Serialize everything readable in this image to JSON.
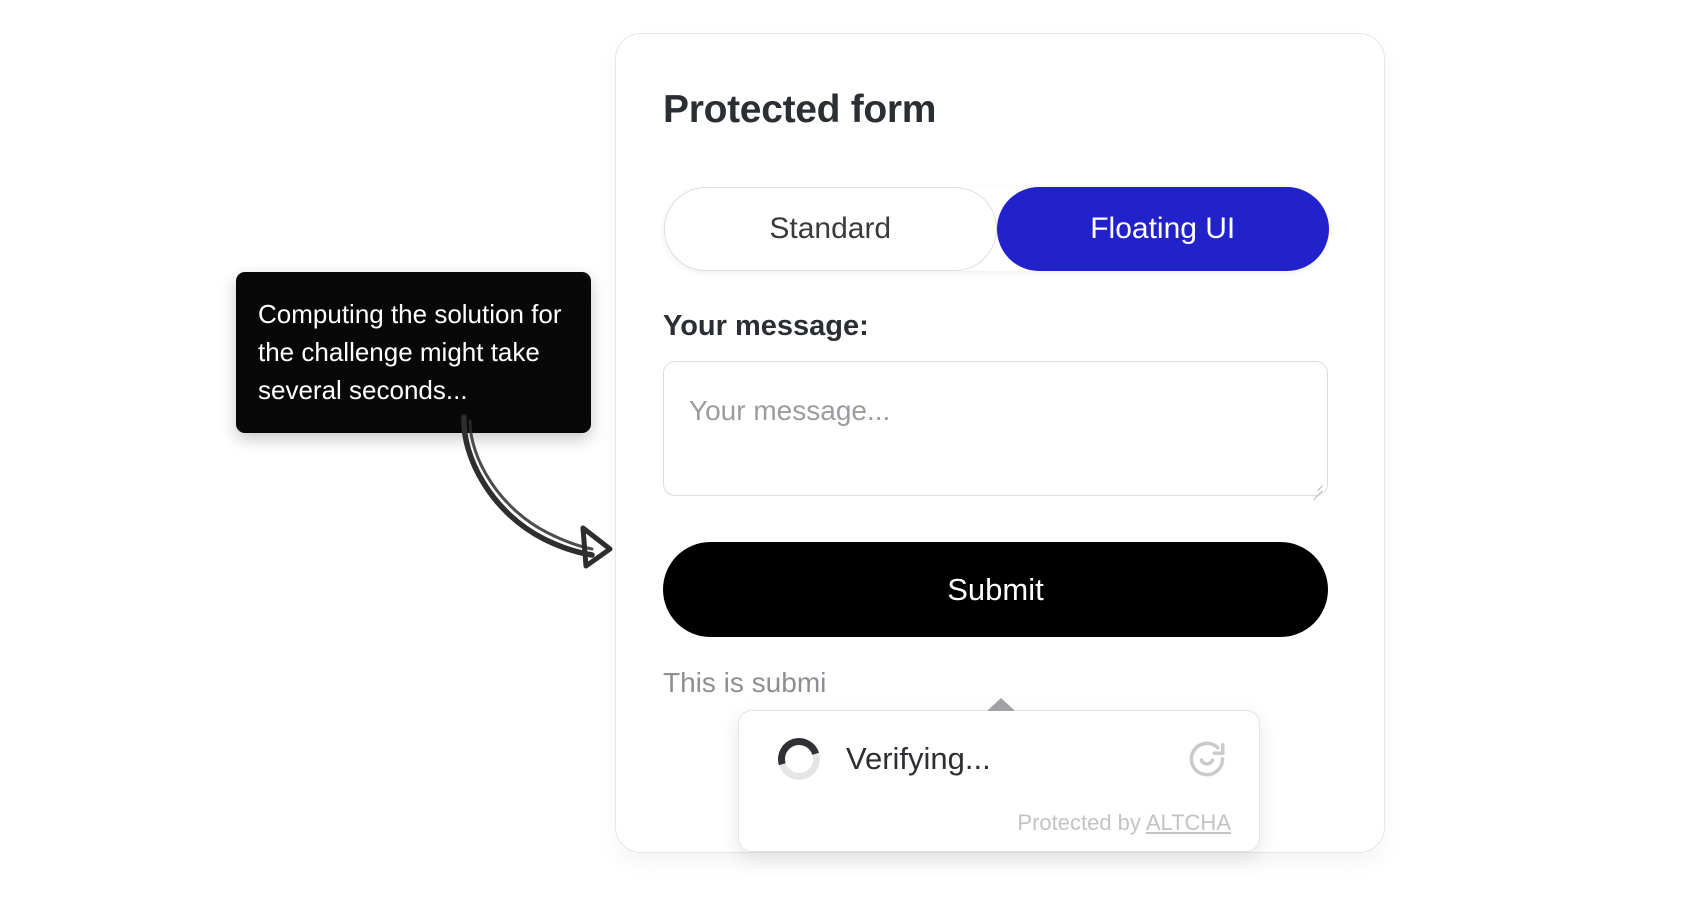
{
  "form": {
    "title": "Protected form",
    "toggle": {
      "options": [
        {
          "label": "Standard",
          "active": false
        },
        {
          "label": "Floating UI",
          "active": true
        }
      ],
      "active_color": "#2222cc"
    },
    "message_field": {
      "label": "Your message:",
      "placeholder": "Your message...",
      "value": ""
    },
    "submit_label": "Submit",
    "helper_text": "This is submi"
  },
  "altcha_widget": {
    "status_label": "Verifying...",
    "footer_prefix": "Protected by ",
    "footer_brand": "ALTCHA",
    "spinner_icon": "loading-spinner-icon",
    "refresh_icon": "refresh-icon"
  },
  "annotation": {
    "tooltip_text": "Computing the solution for the challenge might take several seconds...",
    "arrow_icon": "curved-arrow-icon"
  }
}
